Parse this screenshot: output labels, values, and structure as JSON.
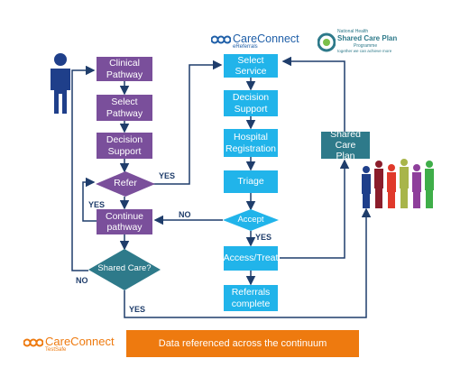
{
  "logos": {
    "top_careconnect": {
      "name": "CareConnect",
      "sub": "eReferrals"
    },
    "shared_care_plan": {
      "small": "National Health",
      "main": "Shared Care Plan",
      "sub": "Programme",
      "tagline": "together we can achieve more"
    },
    "bottom_careconnect": {
      "name": "CareConnect",
      "sub": "TestSafe"
    }
  },
  "left_flow": {
    "clinical_pathway": "Clinical\nPathway",
    "select_pathway": "Select\nPathway",
    "decision_support": "Decision\nSupport",
    "refer": "Refer",
    "continue_pathway": "Continue\npathway",
    "shared_care": "Shared Care?"
  },
  "right_flow": {
    "select_service": "Select\nService",
    "decision_support": "Decision\nSupport",
    "hospital_registration": "Hospital\nRegistration",
    "triage": "Triage",
    "accept": "Accept",
    "access_treat": "Access/Treat",
    "referrals_complete": "Referrals\ncomplete"
  },
  "shared_care_plan_box": "Shared Care\nPlan",
  "arrow_labels": {
    "yes_refer": "YES",
    "yes_continue": "YES",
    "no_accept": "NO",
    "yes_accept": "YES",
    "no_shared": "NO",
    "yes_shared": "YES"
  },
  "banner": "Data referenced across the continuum",
  "colors": {
    "purple": "#7a4f9b",
    "cyan": "#21b4ea",
    "teal": "#2e7a8a",
    "orange": "#ee7a0f",
    "navy": "#1f3d6b"
  },
  "icons": [
    "person-icon",
    "people-group-icon"
  ]
}
